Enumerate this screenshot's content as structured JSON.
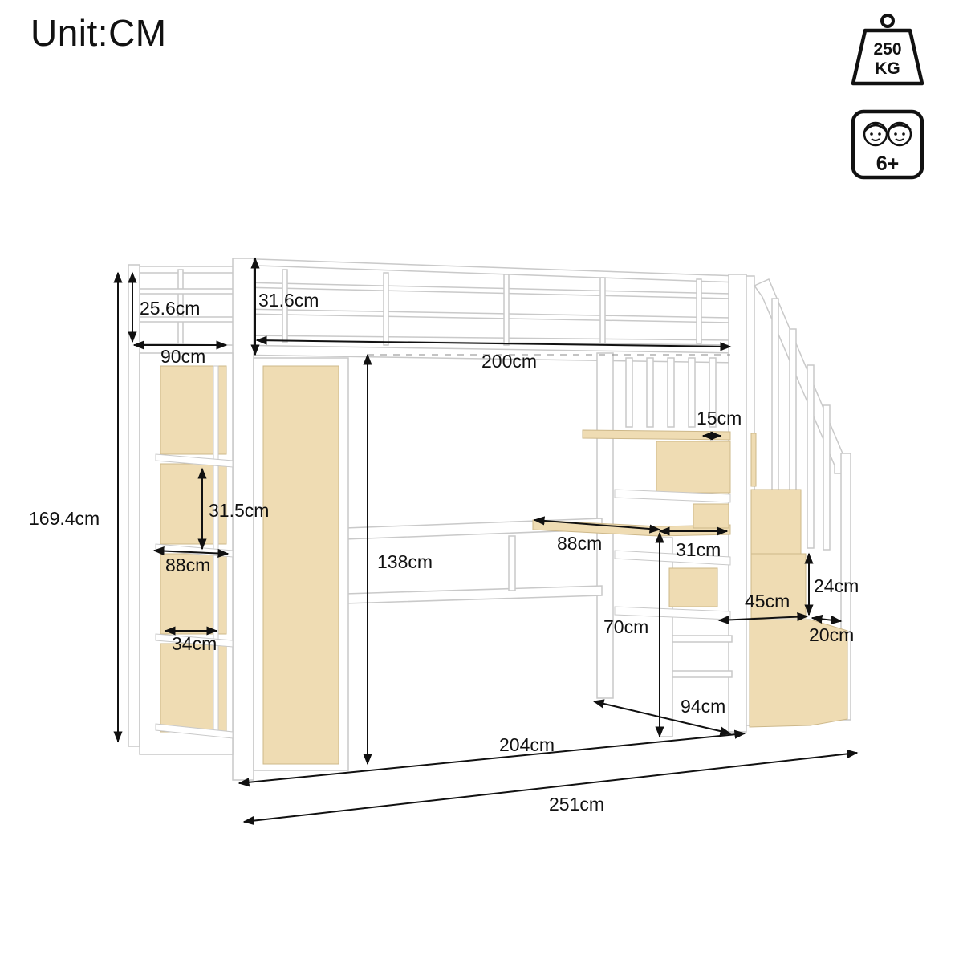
{
  "unit_title": "Unit:CM",
  "badges": {
    "weight": {
      "line1": "250",
      "line2": "KG",
      "icon": "weight-icon"
    },
    "age": {
      "text": "6+",
      "icon": "children-faces-icon"
    }
  },
  "colors": {
    "frame": "#ffffff",
    "frame_edge": "#c9c9c9",
    "wood": "#efdcb3",
    "wood_edge": "#cdb88a",
    "ink": "#111111"
  },
  "dimensions": {
    "rail_height_left": "25.6cm",
    "rail_height_top": "31.6cm",
    "bed_width": "90cm",
    "bed_length": "200cm",
    "total_height": "169.4cm",
    "shelf_height": "31.5cm",
    "shelf_unit_width": "88cm",
    "shelf_depth": "34cm",
    "clearance_height": "138cm",
    "desk_length": "88cm",
    "desk_depth": "31cm",
    "desk_height": "70cm",
    "step_shelf": "15cm",
    "step_rise": "24cm",
    "step_width": "45cm",
    "step_depth": "20cm",
    "stair_run": "94cm",
    "frame_length": "204cm",
    "overall_length": "251cm"
  }
}
